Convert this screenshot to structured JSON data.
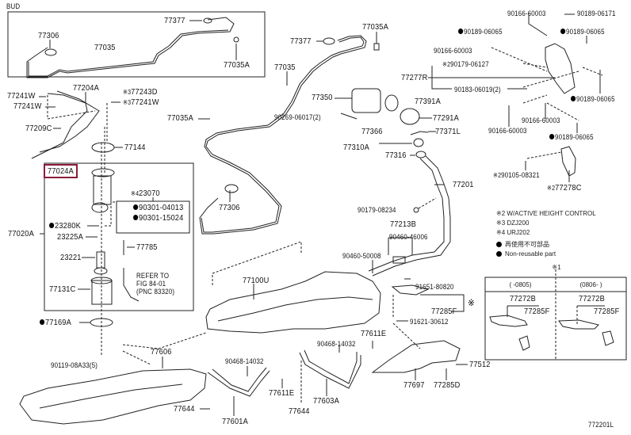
{
  "diagram": {
    "corner_tag": "BUD",
    "diagram_id": "772201L",
    "highlighted_part": "77024A",
    "inset_box_labels": [
      {
        "id": "77306",
        "text": "77306"
      },
      {
        "id": "77035",
        "text": "77035"
      },
      {
        "id": "77377",
        "text": "77377"
      },
      {
        "id": "77035A",
        "text": "77035A"
      }
    ],
    "parts": [
      {
        "id": "p-77377-main",
        "text": "77377"
      },
      {
        "id": "p-77035A-top",
        "text": "77035A"
      },
      {
        "id": "p-77035-main",
        "text": "77035"
      },
      {
        "id": "p-77035A-left",
        "text": "77035A"
      },
      {
        "id": "p-77306-main",
        "text": "77306"
      },
      {
        "id": "p-77204A",
        "text": "77204A"
      },
      {
        "id": "p-77241W-a",
        "text": "77241W"
      },
      {
        "id": "p-77241W-b",
        "text": "77241W"
      },
      {
        "id": "p-77243D",
        "text": "77243D",
        "note": "※3"
      },
      {
        "id": "p-77241W-c",
        "text": "77241W",
        "note": "※3"
      },
      {
        "id": "p-77209C",
        "text": "77209C"
      },
      {
        "id": "p-77144",
        "text": "77144"
      },
      {
        "id": "p-77024A",
        "text": "77024A"
      },
      {
        "id": "p-23070",
        "text": "23070",
        "note": "※4"
      },
      {
        "id": "p-90301-04013",
        "text": "90301-04013",
        "nonreusable": true
      },
      {
        "id": "p-90301-15024",
        "text": "90301-15024",
        "nonreusable": true
      },
      {
        "id": "p-23280K",
        "text": "23280K",
        "nonreusable": true
      },
      {
        "id": "p-77020A",
        "text": "77020A"
      },
      {
        "id": "p-23225A",
        "text": "23225A"
      },
      {
        "id": "p-77785",
        "text": "77785"
      },
      {
        "id": "p-23221",
        "text": "23221"
      },
      {
        "id": "p-refer-1",
        "text": "REFER TO"
      },
      {
        "id": "p-refer-2",
        "text": "FIG 84-01"
      },
      {
        "id": "p-refer-3",
        "text": "(PNC 83320)"
      },
      {
        "id": "p-77131C",
        "text": "77131C"
      },
      {
        "id": "p-77169A",
        "text": "77169A",
        "nonreusable": true
      },
      {
        "id": "p-77350",
        "text": "77350"
      },
      {
        "id": "p-90269-06017",
        "text": "90269-06017(2)"
      },
      {
        "id": "p-77366",
        "text": "77366"
      },
      {
        "id": "p-77391A",
        "text": "77391A"
      },
      {
        "id": "p-77291A",
        "text": "77291A"
      },
      {
        "id": "p-77371L",
        "text": "77371L"
      },
      {
        "id": "p-77310A",
        "text": "77310A"
      },
      {
        "id": "p-77316",
        "text": "77316"
      },
      {
        "id": "p-77201",
        "text": "77201"
      },
      {
        "id": "p-90166-60003-a",
        "text": "90166-60003"
      },
      {
        "id": "p-90189-06171",
        "text": "90189-06171"
      },
      {
        "id": "p-90189-06065-a",
        "text": "90189-06065",
        "nonreusable": true
      },
      {
        "id": "p-90189-06065-b",
        "text": "90189-06065",
        "nonreusable": true
      },
      {
        "id": "p-90166-60003-b",
        "text": "90166-60003"
      },
      {
        "id": "p-90179-06127",
        "text": "90179-06127",
        "note": "※2"
      },
      {
        "id": "p-77277R",
        "text": "77277R"
      },
      {
        "id": "p-90183-06019",
        "text": "90183-06019(2)"
      },
      {
        "id": "p-90189-06065-c",
        "text": "90189-06065",
        "nonreusable": true
      },
      {
        "id": "p-90166-60003-c",
        "text": "90166-60003"
      },
      {
        "id": "p-90166-60003-d",
        "text": "90166-60003"
      },
      {
        "id": "p-90189-06065-d",
        "text": "90189-06065",
        "nonreusable": true
      },
      {
        "id": "p-90105-08321",
        "text": "90105-08321",
        "note": "※2"
      },
      {
        "id": "p-77278C",
        "text": "77278C",
        "note": "※2"
      },
      {
        "id": "p-90179-08234",
        "text": "90179-08234"
      },
      {
        "id": "p-77213B",
        "text": "77213B"
      },
      {
        "id": "p-90460-46006",
        "text": "90460-46006"
      },
      {
        "id": "p-90460-50008",
        "text": "90460-50008"
      },
      {
        "id": "p-77100U",
        "text": "77100U"
      },
      {
        "id": "p-91651-80820",
        "text": "91651-80820"
      },
      {
        "id": "p-77285F",
        "text": "77285F"
      },
      {
        "id": "p-91621-30612",
        "text": "91621-30612"
      },
      {
        "id": "p-77611E-a",
        "text": "77611E"
      },
      {
        "id": "p-90468-14032-a",
        "text": "90468-14032"
      },
      {
        "id": "p-90468-14032-b",
        "text": "90468-14032"
      },
      {
        "id": "p-77611E-b",
        "text": "77611E"
      },
      {
        "id": "p-77606",
        "text": "77606"
      },
      {
        "id": "p-90119-08A33",
        "text": "90119-08A33(5)"
      },
      {
        "id": "p-77644-a",
        "text": "77644"
      },
      {
        "id": "p-77644-b",
        "text": "77644"
      },
      {
        "id": "p-77601A",
        "text": "77601A"
      },
      {
        "id": "p-77603A",
        "text": "77603A"
      },
      {
        "id": "p-77697",
        "text": "77697"
      },
      {
        "id": "p-77285D",
        "text": "77285D"
      },
      {
        "id": "p-77512",
        "text": "77512"
      }
    ],
    "legend": {
      "notes": [
        "※2 W/ACTIVE HEIGHT CONTROL",
        "※3 DZJ200",
        "※4 URJ202"
      ],
      "nonreusable_jp": "再使用不可部品",
      "nonreusable_en": "Non-reusable part"
    },
    "variant_table": {
      "marker": "※1",
      "columns": [
        {
          "header": "(    -0805)",
          "parts": [
            "77272B",
            "77285F"
          ]
        },
        {
          "header": "(0806-    )",
          "parts": [
            "77272B",
            "77285F"
          ]
        }
      ]
    },
    "bracket_marker": "※"
  }
}
